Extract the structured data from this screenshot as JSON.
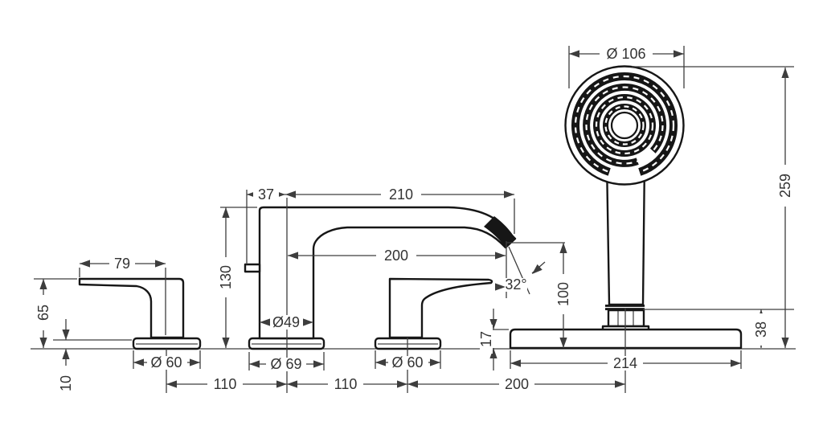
{
  "diagram": {
    "title": "bath-mixer-dimension-drawing",
    "dimensions": {
      "head_diameter": "Ø 106",
      "overall_height": "259",
      "spout_back_offset": "37",
      "spout_top_length": "210",
      "spout_height": "130",
      "spout_reach": "200",
      "spray_angle": "32°",
      "outlet_height": "100",
      "handle_lever_length": "79",
      "handle_height": "65",
      "deck_max_thickness": "10",
      "left_handle_base_diameter": "Ø 60",
      "spout_shaft_diameter": "Ø49",
      "spout_base_diameter": "Ø 69",
      "right_handle_base_diameter": "Ø 60",
      "spacing_handle_to_spout": "110",
      "spacing_spout_to_handle": "110",
      "spacing_handle_to_shower": "200",
      "shower_base_width": "214",
      "shower_base_height_right": "38",
      "shower_base_thickness": "17"
    }
  }
}
